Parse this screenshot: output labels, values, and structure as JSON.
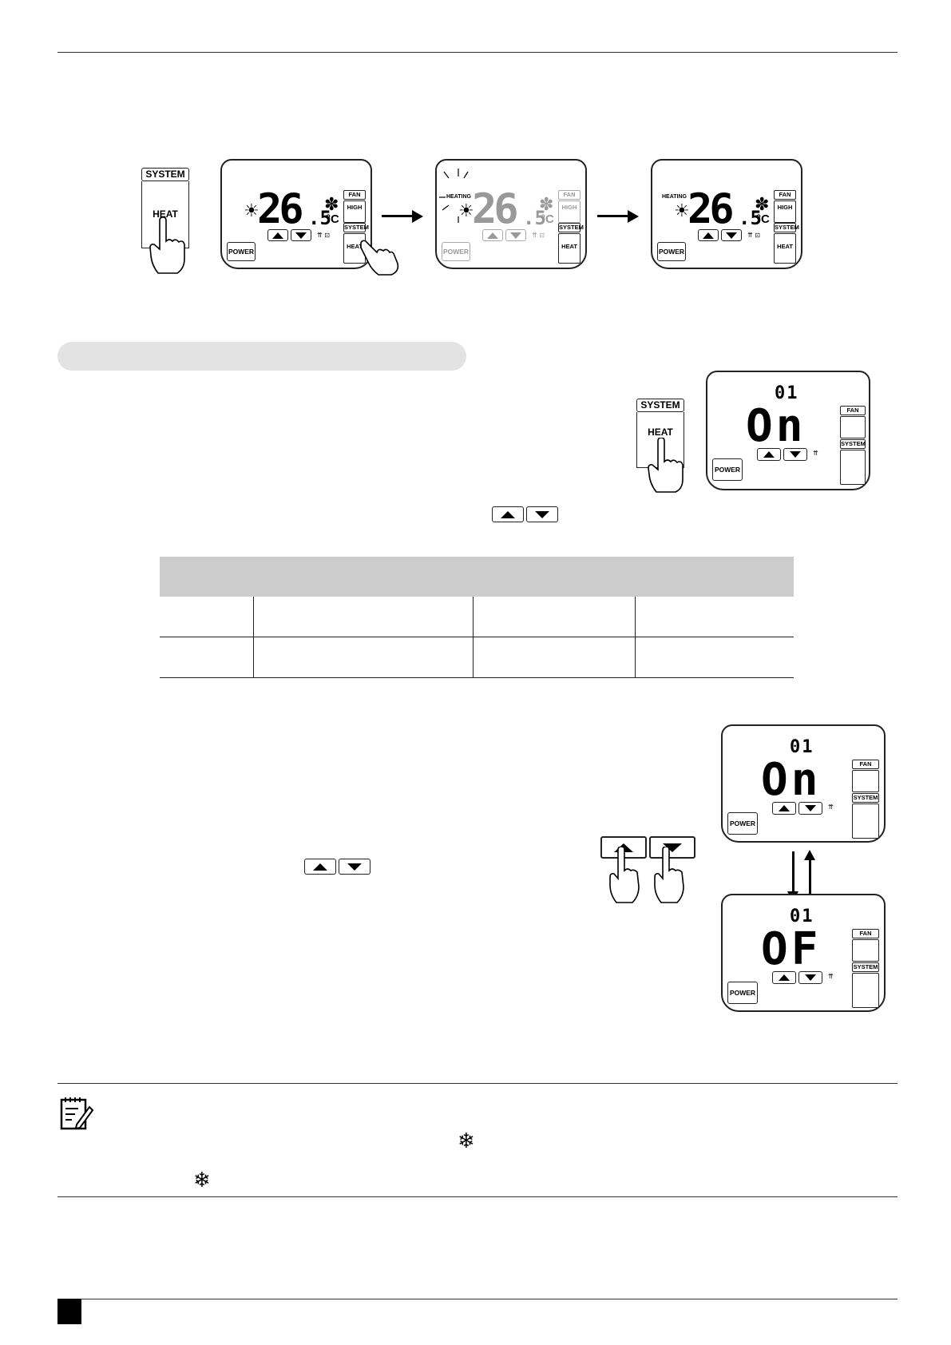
{
  "step1": {
    "system_card": {
      "header": "SYSTEM",
      "body": "HEAT"
    },
    "panel1": {
      "temp": "26",
      "decimal": "5",
      "unit": "°C",
      "fan_header": "FAN",
      "fan_value": "HIGH",
      "system_header": "SYSTEM",
      "system_value": "HEAT",
      "power_label": "POWER"
    },
    "panel2": {
      "status": "HEATING",
      "temp": "26",
      "decimal": "5",
      "unit": "°C",
      "fan_header": "FAN",
      "fan_value": "HIGH",
      "system_header": "SYSTEM",
      "system_value": "HEAT",
      "power_label": "POWER"
    },
    "panel3": {
      "status": "HEATING",
      "temp": "26",
      "decimal": "5",
      "unit": "°C",
      "fan_header": "FAN",
      "fan_value": "HIGH",
      "system_header": "SYSTEM",
      "system_value": "HEAT",
      "power_label": "POWER"
    }
  },
  "step2": {
    "system_card": {
      "header": "SYSTEM",
      "body": "HEAT"
    },
    "panel": {
      "code": "01",
      "value": "On",
      "fan_header": "FAN",
      "system_header": "SYSTEM",
      "power_label": "POWER"
    }
  },
  "step3": {
    "panel_on": {
      "code": "01",
      "value": "On",
      "fan_header": "FAN",
      "system_header": "SYSTEM",
      "power_label": "POWER"
    },
    "panel_off": {
      "code": "01",
      "value": "OF",
      "fan_header": "FAN",
      "system_header": "SYSTEM",
      "power_label": "POWER"
    }
  },
  "icons": {
    "sun": "☀",
    "fan": "✽",
    "snow": "❄"
  }
}
